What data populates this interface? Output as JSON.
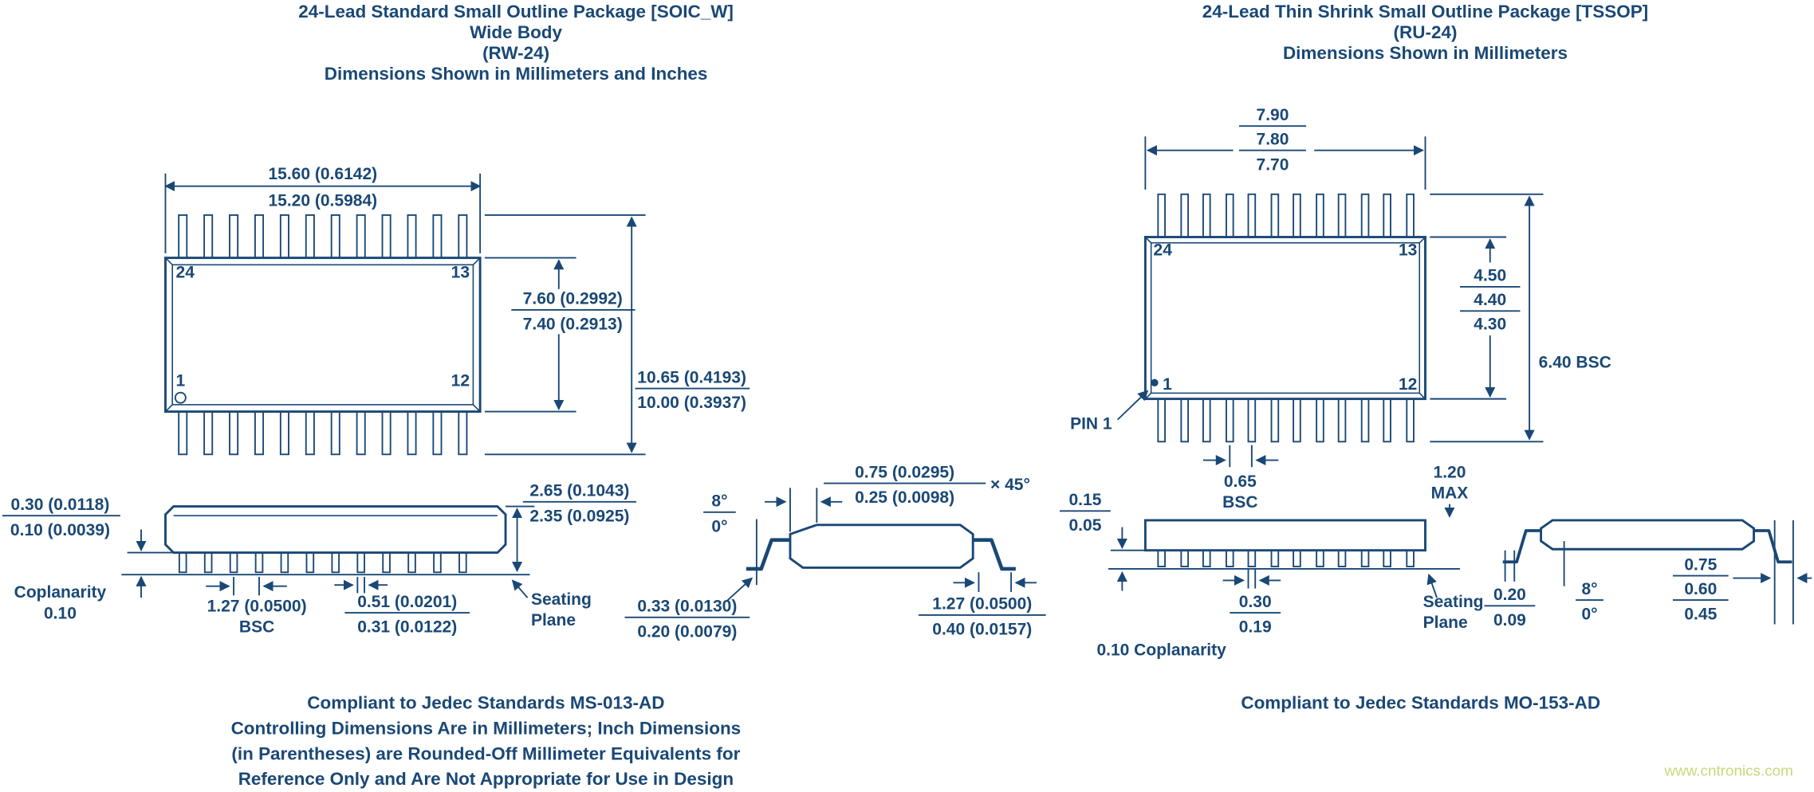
{
  "page": {
    "ink_color": "#1a4876",
    "background": "#ffffff",
    "watermark_text": "www.cntronics.com",
    "watermark_color": "#c9d87a"
  },
  "soic": {
    "title": [
      "24-Lead Standard Small Outline Package [SOIC_W]",
      "Wide Body",
      "(RW-24)",
      "Dimensions Shown in Millimeters and Inches"
    ],
    "top": {
      "width_a": "15.60 (0.6142)",
      "width_b": "15.20 (0.5984)",
      "pin24": "24",
      "pin13": "13",
      "pin1": "1",
      "pin12": "12",
      "body_a": "7.60 (0.2992)",
      "body_b": "7.40 (0.2913)",
      "overall_a": "10.65 (0.4193)",
      "overall_b": "10.00 (0.3937)"
    },
    "side": {
      "height_a": "2.65 (0.1043)",
      "height_b": "2.35 (0.0925)",
      "standoff_a": "0.30 (0.0118)",
      "standoff_b": "0.10 (0.0039)",
      "coplanarity_label": "Coplanarity",
      "coplanarity_value": "0.10",
      "pitch": "1.27 (0.0500)",
      "pitch_bsc": "BSC",
      "lead_w_a": "0.51 (0.0201)",
      "lead_w_b": "0.31 (0.0122)",
      "seating_1": "Seating",
      "seating_2": "Plane"
    },
    "end": {
      "chamfer_a": "0.75 (0.0295)",
      "chamfer_b": "0.25 (0.0098)",
      "chamfer_angle": "× 45°",
      "angle_a": "8°",
      "angle_b": "0°",
      "thick_a": "0.33 (0.0130)",
      "thick_b": "0.20 (0.0079)",
      "foot_a": "1.27 (0.0500)",
      "foot_b": "0.40 (0.0157)"
    },
    "footer": [
      "Compliant to Jedec Standards MS-013-AD",
      "Controlling Dimensions Are in Millimeters; Inch Dimensions",
      "(in Parentheses) are Rounded-Off Millimeter Equivalents for",
      "Reference Only and Are Not Appropriate for Use in Design"
    ]
  },
  "tssop": {
    "title": [
      "24-Lead Thin Shrink Small Outline Package [TSSOP]",
      "(RU-24)",
      "Dimensions Shown in Millimeters"
    ],
    "top": {
      "width_a": "7.90",
      "width_b": "7.80",
      "width_c": "7.70",
      "pin24": "24",
      "pin13": "13",
      "pin1": "1",
      "pin12": "12",
      "pin1_label": "PIN 1",
      "body_a": "4.50",
      "body_b": "4.40",
      "body_c": "4.30",
      "overall": "6.40 BSC"
    },
    "side": {
      "pitch": "0.65",
      "pitch_bsc": "BSC",
      "height": "1.20",
      "height_max": "MAX",
      "standoff_a": "0.15",
      "standoff_b": "0.05",
      "lead_w_a": "0.30",
      "lead_w_b": "0.19",
      "seating_1": "Seating",
      "seating_2": "Plane",
      "coplanarity": "0.10 Coplanarity"
    },
    "end": {
      "thick_a": "0.20",
      "thick_b": "0.09",
      "angle_a": "8°",
      "angle_b": "0°",
      "foot_a": "0.75",
      "foot_b": "0.60",
      "foot_c": "0.45"
    },
    "footer": "Compliant to Jedec Standards MO-153-AD"
  }
}
